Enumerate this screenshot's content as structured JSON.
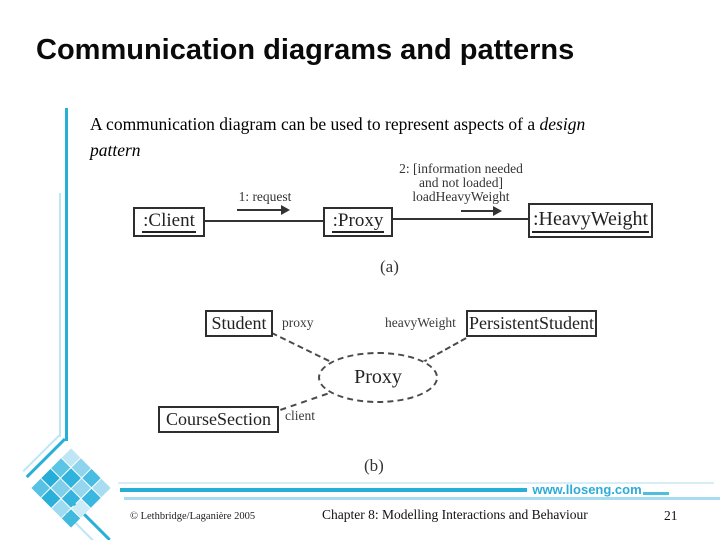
{
  "slide": {
    "title": "Communication diagrams and patterns",
    "body": {
      "text_regular": "A communication diagram can be used to represent aspects of a ",
      "text_italic_line1": "design",
      "text_italic_line2": "pattern"
    }
  },
  "diagram_a": {
    "caption": "(a)",
    "nodes": {
      "client": ":Client",
      "proxy": ":Proxy",
      "heavyweight": ":HeavyWeight"
    },
    "message_1": "1: request",
    "message_2_lines": [
      "2: [information needed",
      "and not loaded]",
      "loadHeavyWeight"
    ]
  },
  "diagram_b": {
    "caption": "(b)",
    "nodes": {
      "student": "Student",
      "persistent_student": "PersistentStudent",
      "course_section": "CourseSection"
    },
    "ellipse_label": "Proxy",
    "role_labels": {
      "proxy": "proxy",
      "heavyweight": "heavyWeight",
      "client": "client"
    }
  },
  "footer": {
    "website": "www.lloseng.com",
    "copyright": "© Lethbridge/Laganière 2005",
    "chapter": "Chapter 8: Modelling Interactions and Behaviour",
    "page_number": "21"
  },
  "colors": {
    "accent_teal": "#26b0d8",
    "accent_pale_blue": "#a9dcf0",
    "website_text": "#2dacd8",
    "diagram_ink": "#333333"
  }
}
